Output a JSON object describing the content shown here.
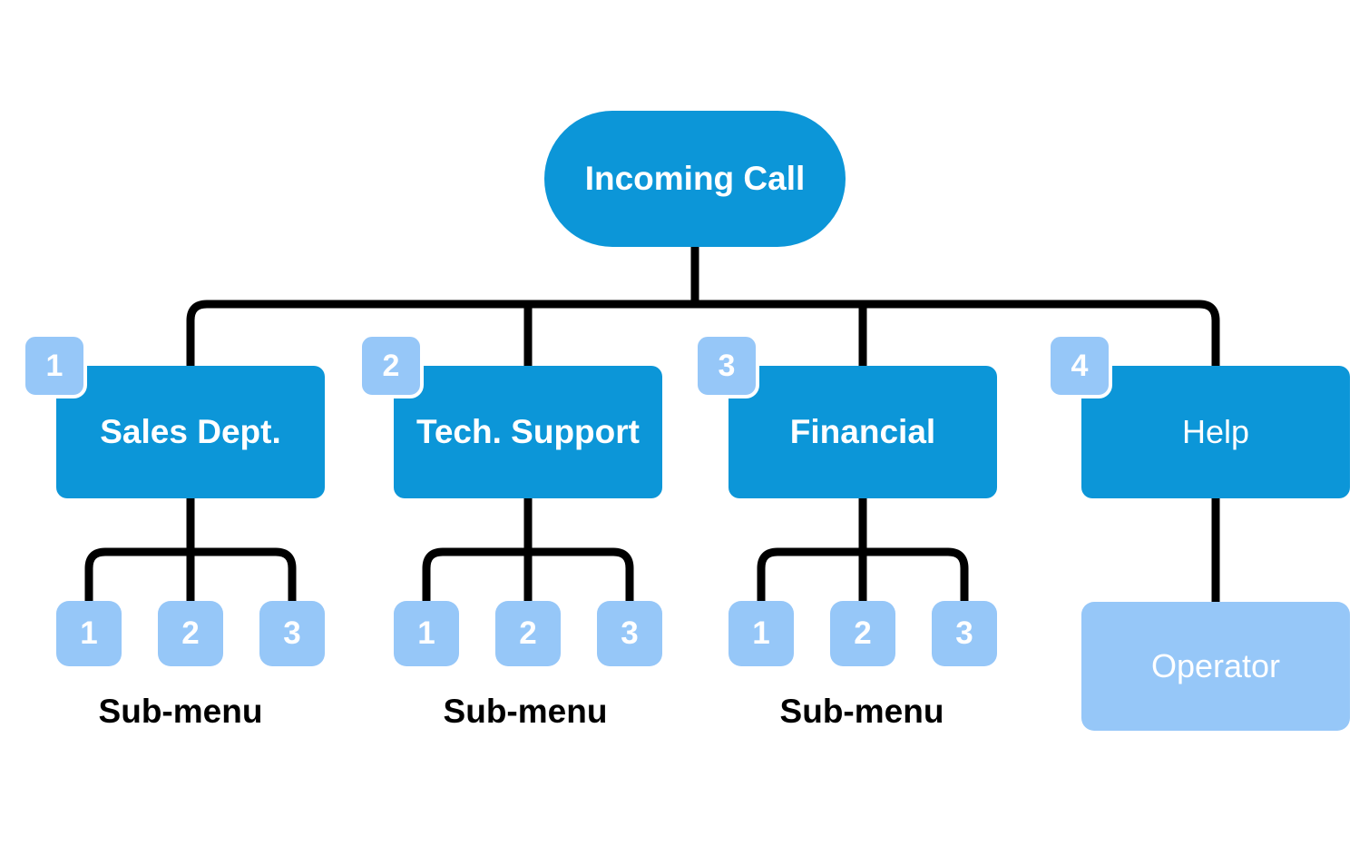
{
  "diagram": {
    "type": "flowchart",
    "colors": {
      "primary": "#0C96D8",
      "light": "#96C7F8",
      "line": "#000000",
      "text_on_primary": "#FFFFFF",
      "caption_text": "#000000"
    },
    "root": {
      "label": "Incoming Call"
    },
    "branches": [
      {
        "key": "1",
        "label": "Sales Dept.",
        "submenu": {
          "items": [
            "1",
            "2",
            "3"
          ],
          "caption": "Sub-menu"
        }
      },
      {
        "key": "2",
        "label": "Tech. Support",
        "submenu": {
          "items": [
            "1",
            "2",
            "3"
          ],
          "caption": "Sub-menu"
        }
      },
      {
        "key": "3",
        "label": "Financial",
        "submenu": {
          "items": [
            "1",
            "2",
            "3"
          ],
          "caption": "Sub-menu"
        }
      },
      {
        "key": "4",
        "label": "Help",
        "child": {
          "label": "Operator"
        }
      }
    ]
  }
}
